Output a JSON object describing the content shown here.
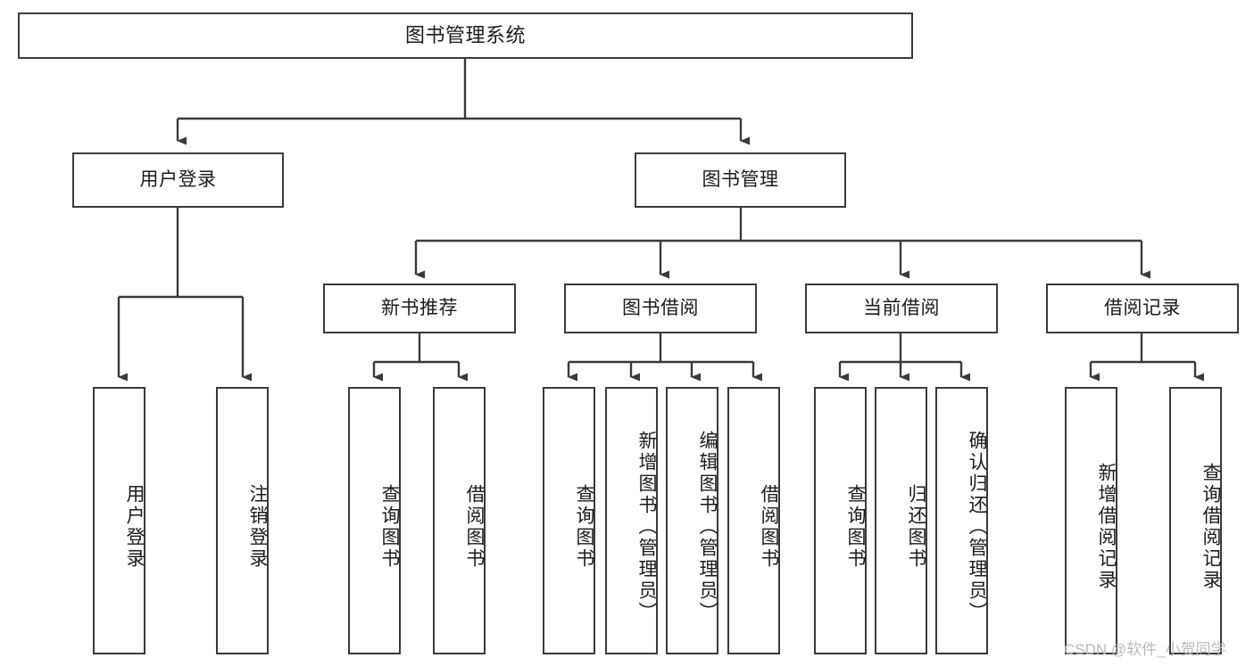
{
  "diagram": {
    "type": "tree-hierarchy-chart",
    "title": "图书管理系统",
    "stroke_color": "#3a3a3a",
    "fill_color": "#ffffff",
    "text_color": "#1b1b1b",
    "levels": {
      "root": {
        "label": "图书管理系统"
      },
      "level2": [
        {
          "label": "用户登录"
        },
        {
          "label": "图书管理"
        }
      ],
      "level3": [
        {
          "label": "新书推荐"
        },
        {
          "label": "图书借阅"
        },
        {
          "label": "当前借阅"
        },
        {
          "label": "借阅记录"
        }
      ],
      "leaves": {
        "user_login": [
          {
            "label": "用户登录"
          },
          {
            "label": "注销登录"
          }
        ],
        "new_book_recommend": [
          {
            "label": "查询图书"
          },
          {
            "label": "借阅图书"
          }
        ],
        "book_borrow": [
          {
            "label": "查询图书"
          },
          {
            "label": "新增图书（管理员）"
          },
          {
            "label": "编辑图书（管理员）"
          },
          {
            "label": "借阅图书"
          }
        ],
        "current_borrow": [
          {
            "label": "查询图书"
          },
          {
            "label": "归还图书"
          },
          {
            "label": "确认归还（管理员）"
          }
        ],
        "borrow_records": [
          {
            "label": "新增借阅记录"
          },
          {
            "label": "查询借阅记录"
          }
        ]
      }
    }
  },
  "watermark": {
    "text": "CSDN @软件_小贺同学"
  }
}
